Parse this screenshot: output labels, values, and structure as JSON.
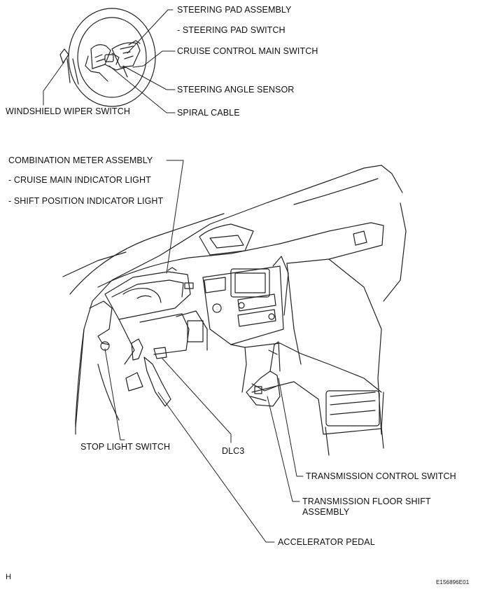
{
  "labels": {
    "steering_pad_assembly": "STEERING PAD ASSEMBLY",
    "steering_pad_switch": "- STEERING PAD SWITCH",
    "cruise_control_main_switch": "CRUISE CONTROL MAIN SWITCH",
    "steering_angle_sensor": "STEERING ANGLE SENSOR",
    "spiral_cable": "SPIRAL CABLE",
    "windshield_wiper_switch": "WINDSHIELD WIPER SWITCH",
    "combination_meter_assembly": "COMBINATION METER ASSEMBLY",
    "cruise_main_indicator_light": "- CRUISE MAIN INDICATOR LIGHT",
    "shift_position_indicator_light": "- SHIFT POSITION INDICATOR LIGHT",
    "stop_light_switch": "STOP LIGHT SWITCH",
    "dlc3": "DLC3",
    "transmission_control_switch": "TRANSMISSION CONTROL SWITCH",
    "transmission_floor_shift_line1": "TRANSMISSION FLOOR SHIFT",
    "transmission_floor_shift_line2": "ASSEMBLY",
    "accelerator_pedal": "ACCELERATOR PEDAL"
  },
  "corner_mark": "H",
  "figure_code": "E156896E01"
}
